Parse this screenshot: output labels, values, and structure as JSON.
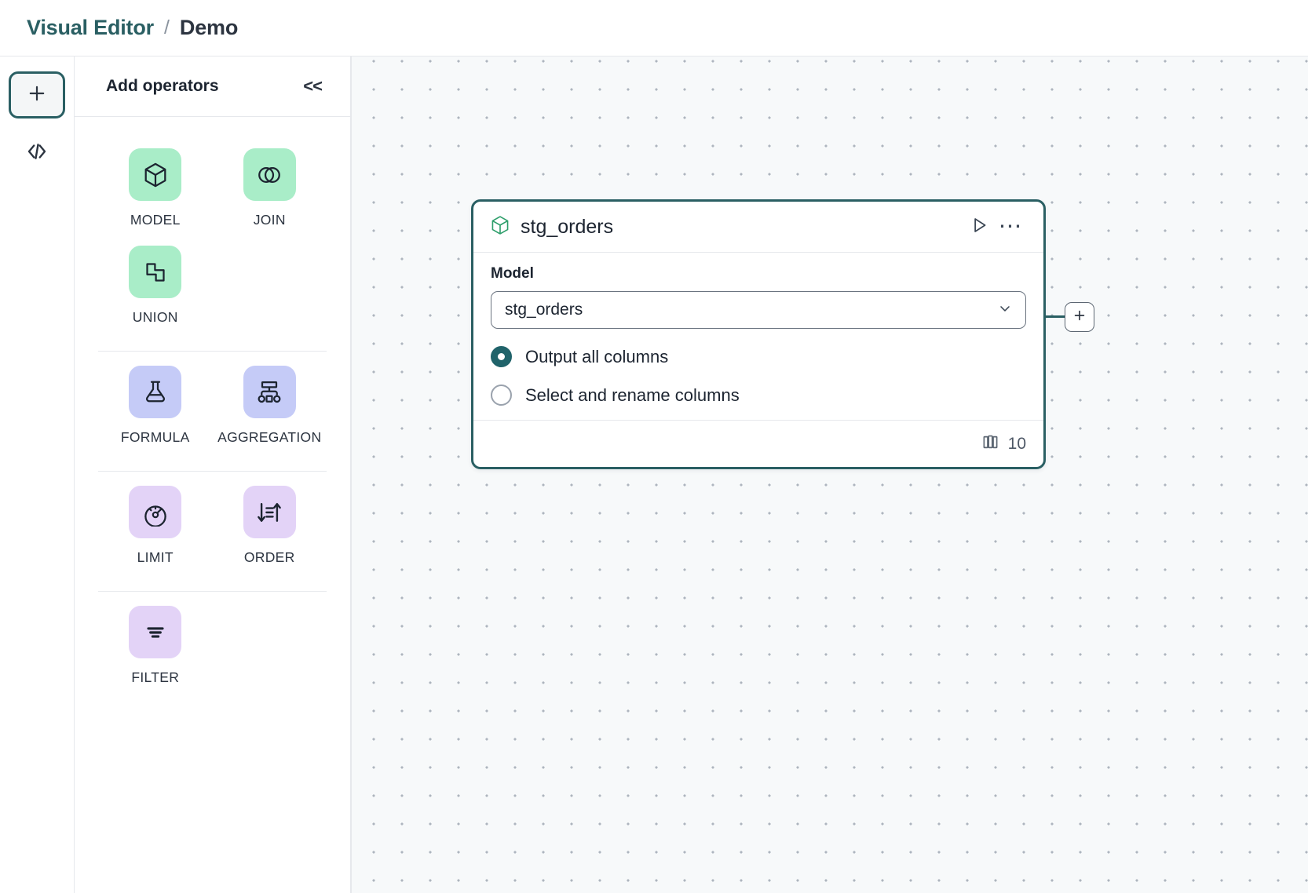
{
  "breadcrumb": {
    "root": "Visual Editor",
    "separator": "/",
    "current": "Demo"
  },
  "rail": {
    "add_icon": "plus-icon",
    "code_icon": "code-icon",
    "add_label": "+",
    "code_label": "</>"
  },
  "panel": {
    "title": "Add operators",
    "collapse_label": "<<",
    "groups": [
      {
        "items": [
          {
            "label": "MODEL",
            "icon": "cube-icon",
            "color": "green"
          },
          {
            "label": "JOIN",
            "icon": "venn-circles-icon",
            "color": "green"
          },
          {
            "label": "UNION",
            "icon": "union-shapes-icon",
            "color": "green"
          }
        ]
      },
      {
        "items": [
          {
            "label": "FORMULA",
            "icon": "flask-icon",
            "color": "blue"
          },
          {
            "label": "AGGREGATION",
            "icon": "hierarchy-icon",
            "color": "blue"
          }
        ]
      },
      {
        "items": [
          {
            "label": "LIMIT",
            "icon": "gauge-icon",
            "color": "purple"
          },
          {
            "label": "ORDER",
            "icon": "sort-arrows-icon",
            "color": "purple"
          }
        ]
      },
      {
        "items": [
          {
            "label": "FILTER",
            "icon": "filter-icon",
            "color": "purple"
          }
        ]
      }
    ]
  },
  "canvas": {
    "node": {
      "title": "stg_orders",
      "title_icon": "cube-icon",
      "run_icon": "play-icon",
      "menu_icon": "more-horizontal-icon",
      "field_label": "Model",
      "model_value": "stg_orders",
      "dropdown_icon": "chevron-down-icon",
      "options": [
        {
          "label": "Output all columns",
          "selected": true
        },
        {
          "label": "Select and rename columns",
          "selected": false
        }
      ],
      "footer_icon": "columns-icon",
      "column_count": "10"
    },
    "add_node_label": "+",
    "add_node_icon": "plus-icon"
  },
  "colors": {
    "accent_teal": "#2a5f63",
    "radio_selected": "#20636a",
    "op_green": "#a9edc8",
    "op_blue": "#c5cbf7",
    "op_purple": "#e3d3f7",
    "canvas_bg": "#f7f9fa"
  }
}
